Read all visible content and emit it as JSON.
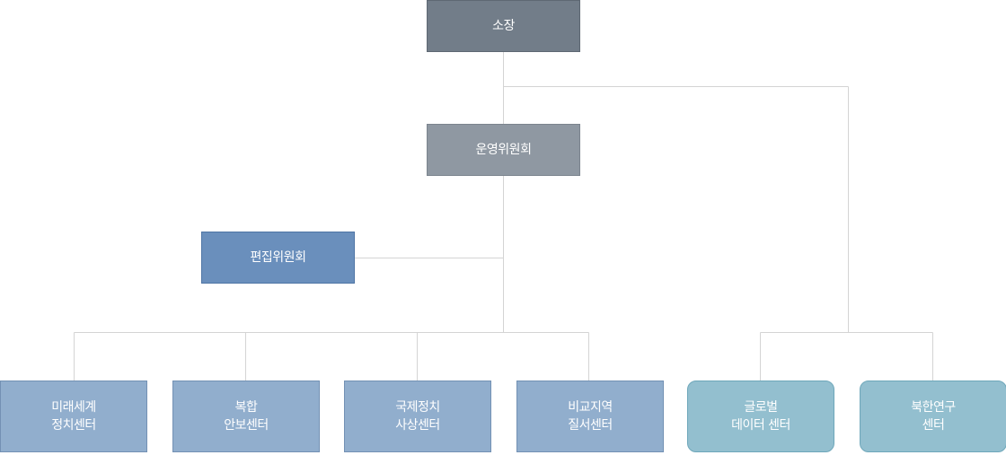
{
  "org_chart": {
    "director": {
      "label": "소장"
    },
    "steering_committee": {
      "label": "운영위원회"
    },
    "editorial_committee": {
      "label": "편집위원회"
    },
    "centers": [
      {
        "label": "미래세계\n정치센터"
      },
      {
        "label": "복합\n안보센터"
      },
      {
        "label": "국제정치\n사상센터"
      },
      {
        "label": "비교지역\n질서센터"
      },
      {
        "label": "글로벌\n데이터 센터"
      },
      {
        "label": "북한연구\n센터"
      }
    ]
  },
  "colors": {
    "director_fill": "#727d89",
    "steering_fill": "#8f98a2",
    "editorial_fill": "#6a8fbc",
    "center_fill": "#91aecd",
    "data_center_fill": "#93bfcf",
    "connector": "#d4d4d4"
  }
}
